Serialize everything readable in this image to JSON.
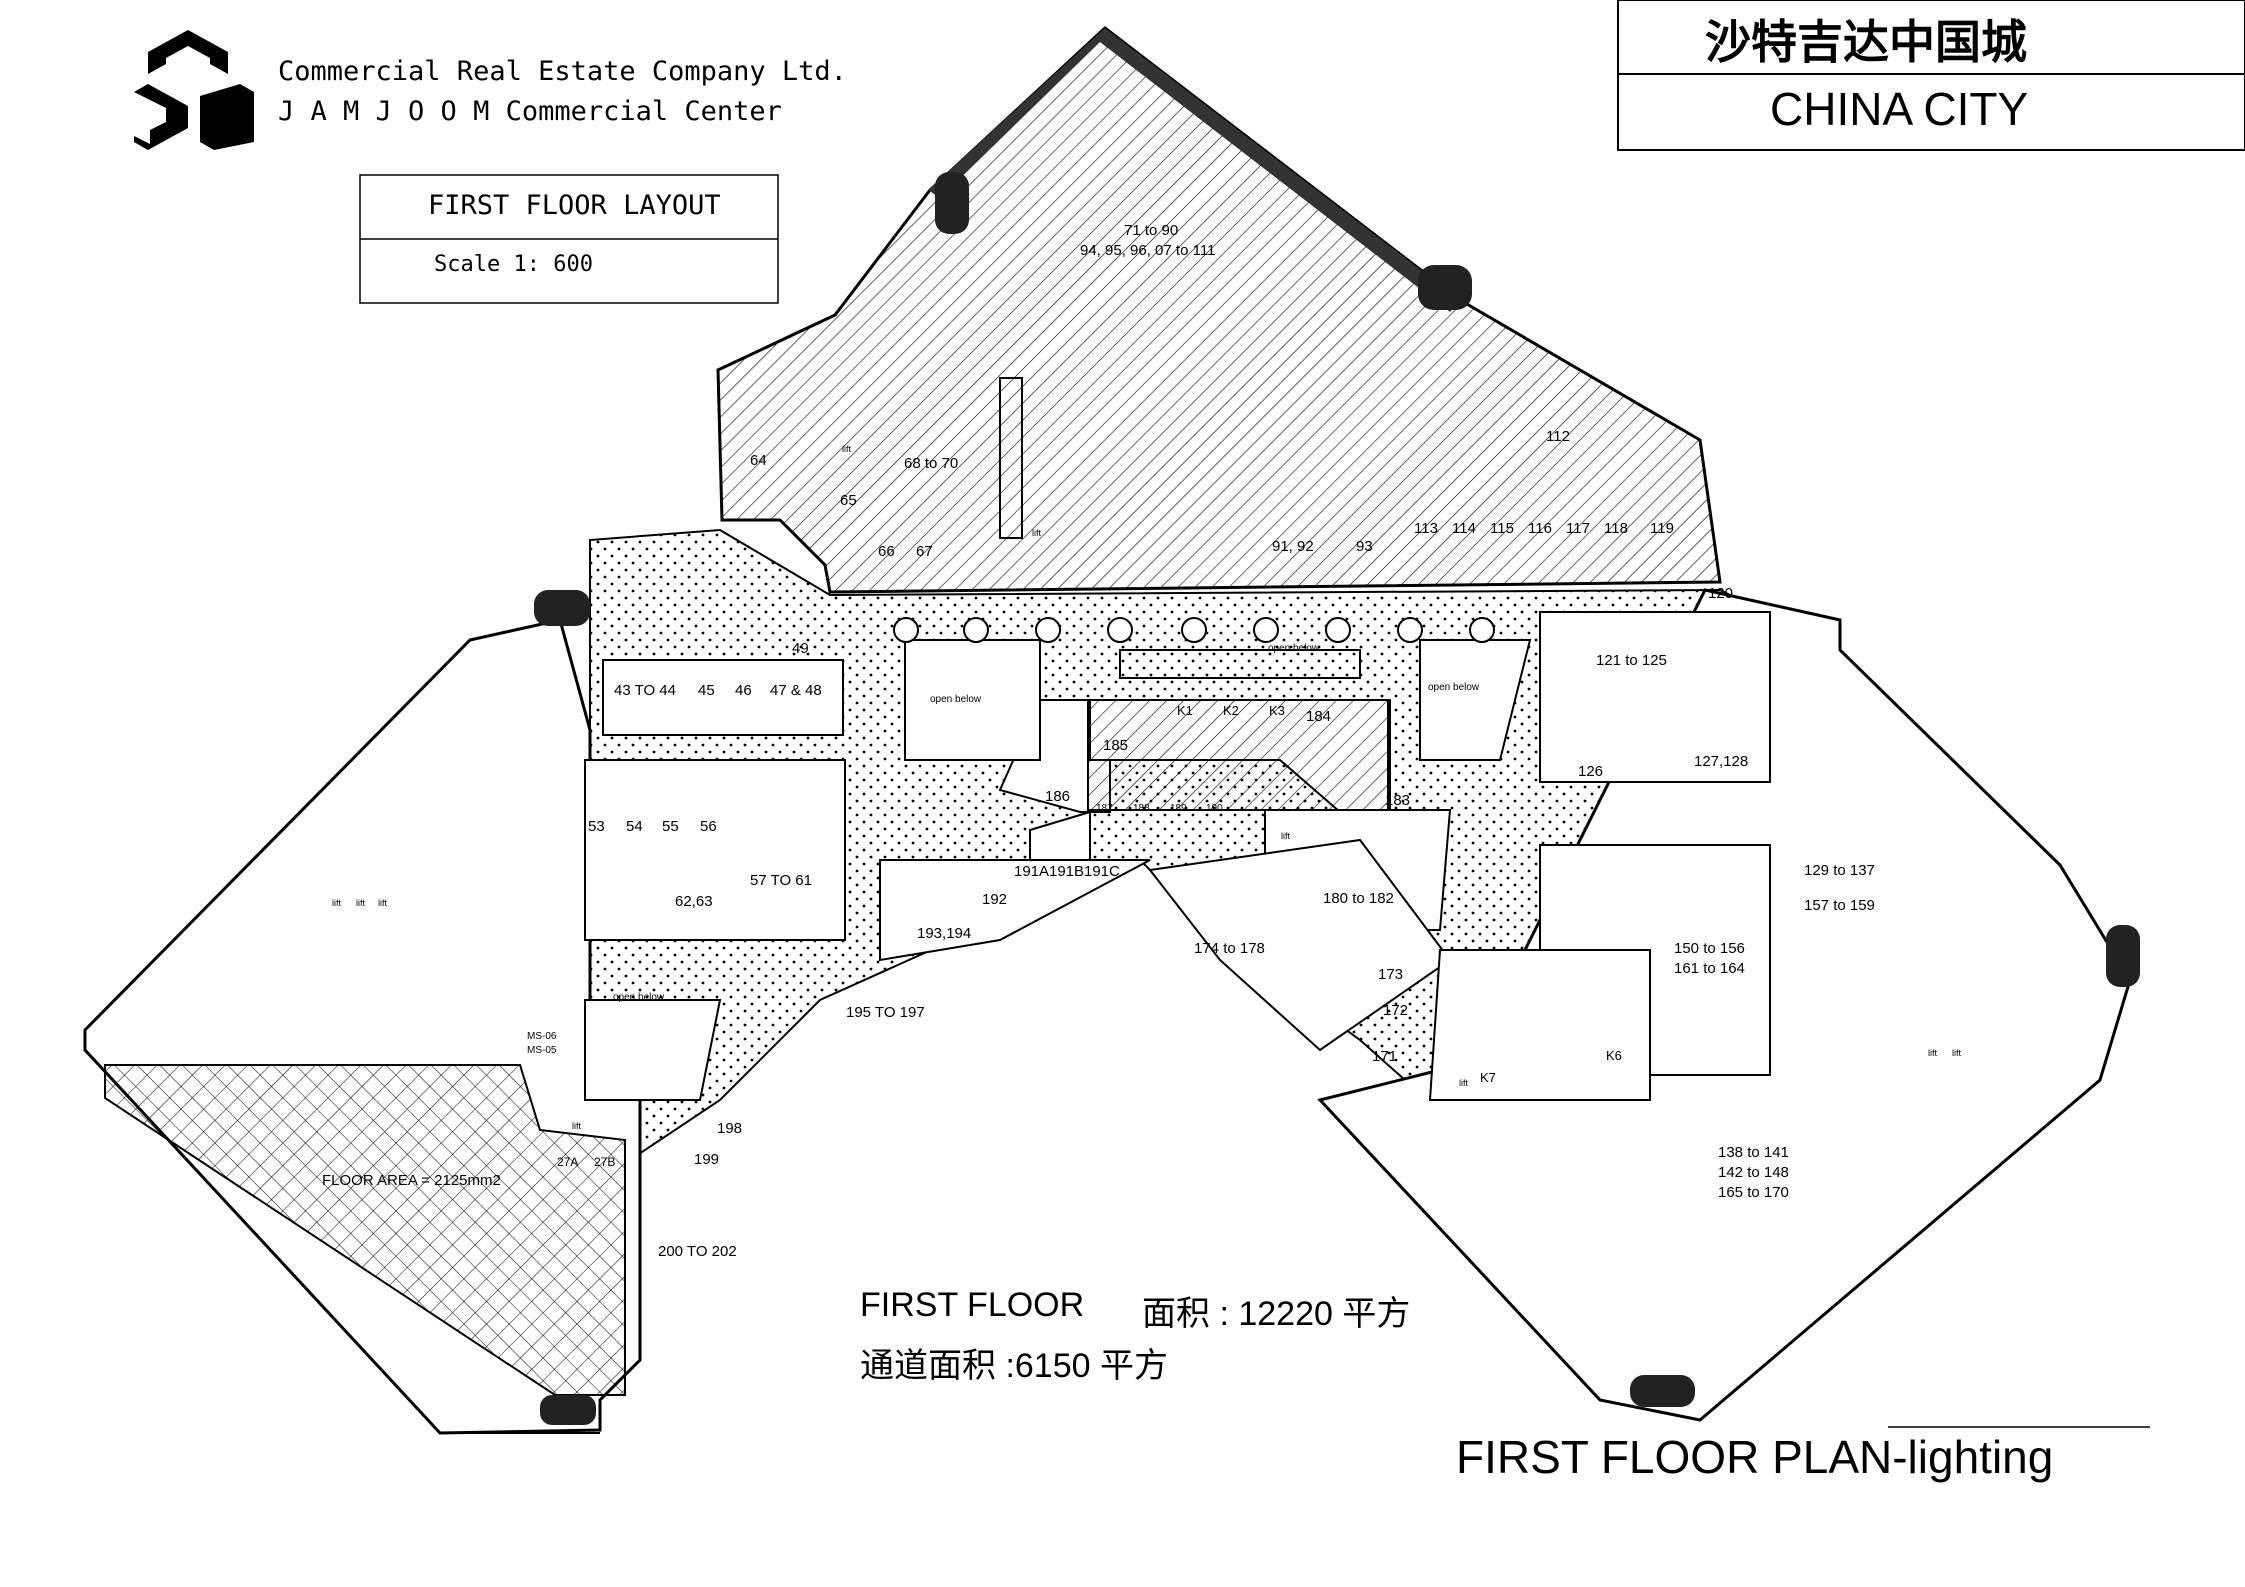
{
  "company": {
    "line1": "Commercial Real Estate Company Ltd.",
    "line2": "J A M J O O M      Commercial Center"
  },
  "title_box": {
    "title": "FIRST FLOOR LAYOUT",
    "scale": "Scale 1: 600"
  },
  "project": {
    "chinese": "沙特吉达中国城",
    "english": "CHINA CITY"
  },
  "area": {
    "floor_label": "FIRST FLOOR",
    "floor_area_label": "面积 : 12220 平方",
    "corridor_area": "通道面积 :6150 平方"
  },
  "plan_title": "FIRST FLOOR  PLAN-lighting",
  "floor_area_note": "FLOOR AREA = 2125mm2",
  "units": [
    {
      "label": "71 to 90"
    },
    {
      "label": "94, 95, 96, 07 to 111"
    },
    {
      "label": "68 to 70"
    },
    {
      "label": "64"
    },
    {
      "label": "65"
    },
    {
      "label": "66"
    },
    {
      "label": "67"
    },
    {
      "label": "91, 92"
    },
    {
      "label": "93"
    },
    {
      "label": "112"
    },
    {
      "label": "113"
    },
    {
      "label": "114"
    },
    {
      "label": "115"
    },
    {
      "label": "116"
    },
    {
      "label": "117"
    },
    {
      "label": "118"
    },
    {
      "label": "119"
    },
    {
      "label": "120"
    },
    {
      "label": "121 to 125"
    },
    {
      "label": "126"
    },
    {
      "label": "127,128"
    },
    {
      "label": "129 to 137"
    },
    {
      "label": "157 to 159"
    },
    {
      "label": "150 to 156"
    },
    {
      "label": "161 to 164"
    },
    {
      "label": "138 to 141"
    },
    {
      "label": "142 to 148"
    },
    {
      "label": "165 to 170"
    },
    {
      "label": "49"
    },
    {
      "label": "43 TO 44"
    },
    {
      "label": "45"
    },
    {
      "label": "46"
    },
    {
      "label": "47 & 48"
    },
    {
      "label": "53"
    },
    {
      "label": "54"
    },
    {
      "label": "55"
    },
    {
      "label": "56"
    },
    {
      "label": "57 TO 61"
    },
    {
      "label": "62,63"
    },
    {
      "label": "185"
    },
    {
      "label": "186"
    },
    {
      "label": "187"
    },
    {
      "label": "188"
    },
    {
      "label": "189"
    },
    {
      "label": "190"
    },
    {
      "label": "184"
    },
    {
      "label": "183"
    },
    {
      "label": "K1"
    },
    {
      "label": "K2"
    },
    {
      "label": "K3"
    },
    {
      "label": "K6"
    },
    {
      "label": "K7"
    },
    {
      "label": "191A"
    },
    {
      "label": "191B"
    },
    {
      "label": "191C"
    },
    {
      "label": "192"
    },
    {
      "label": "193,194"
    },
    {
      "label": "195 TO 197"
    },
    {
      "label": "174 to 178"
    },
    {
      "label": "180 to 182"
    },
    {
      "label": "173"
    },
    {
      "label": "172"
    },
    {
      "label": "171"
    },
    {
      "label": "198"
    },
    {
      "label": "199"
    },
    {
      "label": "200 TO 202"
    },
    {
      "label": "27A"
    },
    {
      "label": "27B"
    },
    {
      "label": "MS-06"
    },
    {
      "label": "MS-05"
    }
  ],
  "open_below": [
    "open below",
    "open below",
    "open below",
    "open below"
  ],
  "lift": [
    "lift",
    "lift",
    "lift",
    "lift",
    "lift",
    "lift",
    "lift",
    "lift",
    "lift",
    "lift"
  ]
}
